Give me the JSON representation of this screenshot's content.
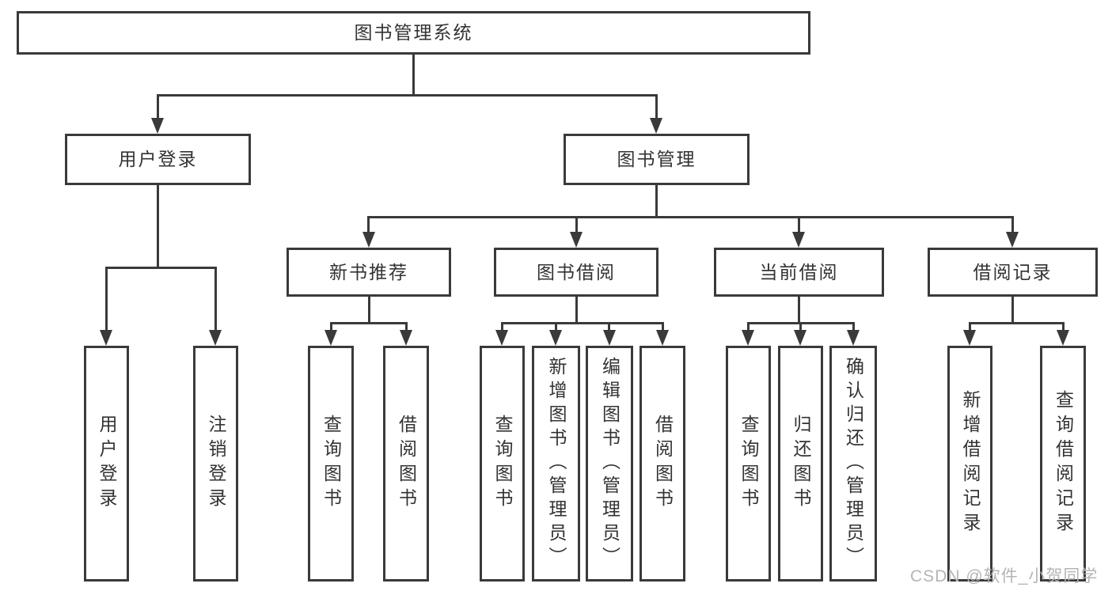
{
  "nodes": {
    "root": {
      "label": "图书管理系统"
    },
    "user_login": {
      "label": "用户登录"
    },
    "book_mgmt": {
      "label": "图书管理"
    },
    "new_book_rec": {
      "label": "新书推荐"
    },
    "book_borrow": {
      "label": "图书借阅"
    },
    "current_borrow": {
      "label": "当前借阅"
    },
    "borrow_records": {
      "label": "借阅记录"
    },
    "user_login_leaf": {
      "label": "用户登录"
    },
    "logout_leaf": {
      "label": "注销登录"
    },
    "rec_query_book": {
      "label": "查询图书"
    },
    "rec_borrow_book": {
      "label": "借阅图书"
    },
    "bb_query_book": {
      "label": "查询图书"
    },
    "bb_add_book": {
      "label": "新增图书（管理员）"
    },
    "bb_edit_book": {
      "label": "编辑图书（管理员）"
    },
    "bb_borrow_book": {
      "label": "借阅图书"
    },
    "cb_query_book": {
      "label": "查询图书"
    },
    "cb_return_book": {
      "label": "归还图书"
    },
    "cb_confirm_return": {
      "label": "确认归还（管理员）"
    },
    "br_add_record": {
      "label": "新增借阅记录"
    },
    "br_query_record": {
      "label": "查询借阅记录"
    }
  },
  "watermark": {
    "text": "CSDN @软件_小贺同学"
  },
  "colors": {
    "line": "#3a3a3a",
    "text": "#333333",
    "background": "#ffffff",
    "watermark": "#b5b5b5"
  }
}
